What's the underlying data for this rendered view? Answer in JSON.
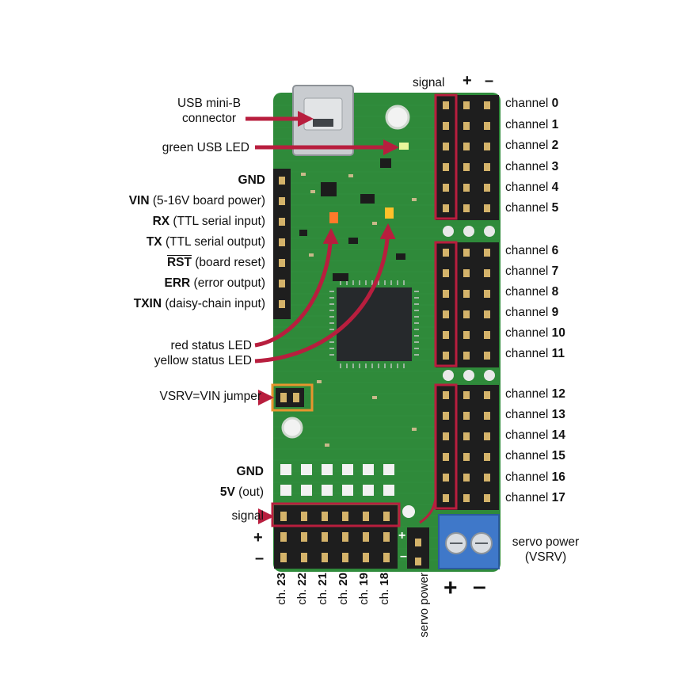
{
  "top_labels": {
    "signal": "signal",
    "plus": "+",
    "minus": "–"
  },
  "left_labels": {
    "usb_line1": "USB mini-B",
    "usb_line2": "connector",
    "green_led": "green USB LED",
    "gnd": "GND",
    "vin_bold": "VIN",
    "vin_desc": " (5-16V board power)",
    "rx_bold": "RX",
    "rx_desc": " (TTL serial input)",
    "tx_bold": "TX",
    "tx_desc": " (TTL serial output)",
    "rst_bold": "RST",
    "rst_desc": " (board reset)",
    "err_bold": "ERR",
    "err_desc": " (error output)",
    "txin_bold": "TXIN",
    "txin_desc": " (daisy-chain input)",
    "red_led": "red status LED",
    "yellow_led": "yellow status LED",
    "jumper": "VSRV=VIN jumper",
    "gnd2": "GND",
    "fivev_bold": "5V",
    "fivev_desc": " (out)",
    "signal2": "signal",
    "plus2": "+",
    "minus2": "–"
  },
  "channel_word": "channel",
  "channels": [
    "0",
    "1",
    "2",
    "3",
    "4",
    "5",
    "6",
    "7",
    "8",
    "9",
    "10",
    "11",
    "12",
    "13",
    "14",
    "15",
    "16",
    "17"
  ],
  "bottom_channels": [
    "23",
    "22",
    "21",
    "20",
    "19",
    "18"
  ],
  "bottom_prefix": "ch. ",
  "servo_power_vertical": "servo power",
  "servo_power_label_line1": "servo power",
  "servo_power_label_line2": "(VSRV)",
  "terminal_plus": "+",
  "terminal_minus": "–",
  "board_plus": "+",
  "board_minus": "–",
  "colors": {
    "board": "#2f8a3a",
    "callout": "#b81e3e",
    "jumper_box": "#e8952e",
    "terminal": "#3f78c9"
  }
}
